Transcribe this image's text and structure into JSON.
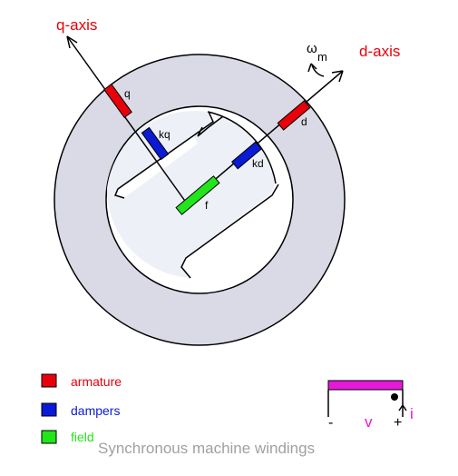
{
  "diagram": {
    "caption": "Synchronous machine windings",
    "axes": {
      "q_label": "q-axis",
      "d_label": "d-axis",
      "omega_symbol": "ω",
      "omega_subscript": "m"
    },
    "windings": {
      "q": "q",
      "kq": "kq",
      "d": "d",
      "kd": "kd",
      "f": "f"
    },
    "legend": [
      {
        "label": "armature",
        "color": "#e8000b"
      },
      {
        "label": "dampers",
        "color": "#0a1ad6"
      },
      {
        "label": "field",
        "color": "#22e51a"
      }
    ],
    "convention": {
      "minus": "-",
      "plus": "+",
      "voltage": "v",
      "current": "i",
      "color": "#e51ad8"
    },
    "colors": {
      "stator": "#dadae6",
      "rotor": "#eef0f8",
      "axis_text": "#e8000b",
      "caption": "#a0a0a0"
    }
  }
}
